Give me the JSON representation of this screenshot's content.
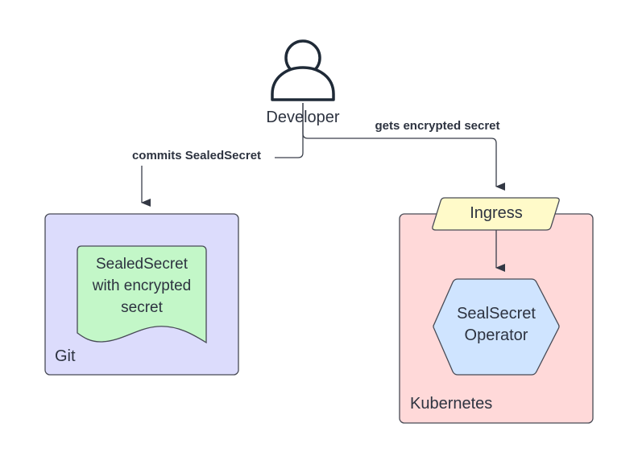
{
  "diagram": {
    "actor": {
      "label": "Developer",
      "icon": "person-icon"
    },
    "edges": [
      {
        "from": "Developer",
        "to": "Git",
        "label": "commits SealedSecret"
      },
      {
        "from": "Developer",
        "to": "Ingress",
        "label": "gets encrypted secret"
      },
      {
        "from": "Ingress",
        "to": "SealSecret Operator",
        "label": ""
      }
    ],
    "containers": {
      "git": {
        "label": "Git",
        "fill": "#dcdcfc"
      },
      "kubernetes": {
        "label": "Kubernetes",
        "fill": "#ffd9d9"
      }
    },
    "nodes": {
      "sealed_secret": {
        "lines": [
          "SealedSecret",
          "with encrypted",
          "secret"
        ],
        "fill": "#c3f7c8",
        "shape": "document"
      },
      "ingress": {
        "label": "Ingress",
        "fill": "#fffac9",
        "shape": "parallelogram"
      },
      "operator": {
        "lines": [
          "SealSecret",
          "Operator"
        ],
        "fill": "#cfe4ff",
        "shape": "hexagon"
      }
    }
  }
}
